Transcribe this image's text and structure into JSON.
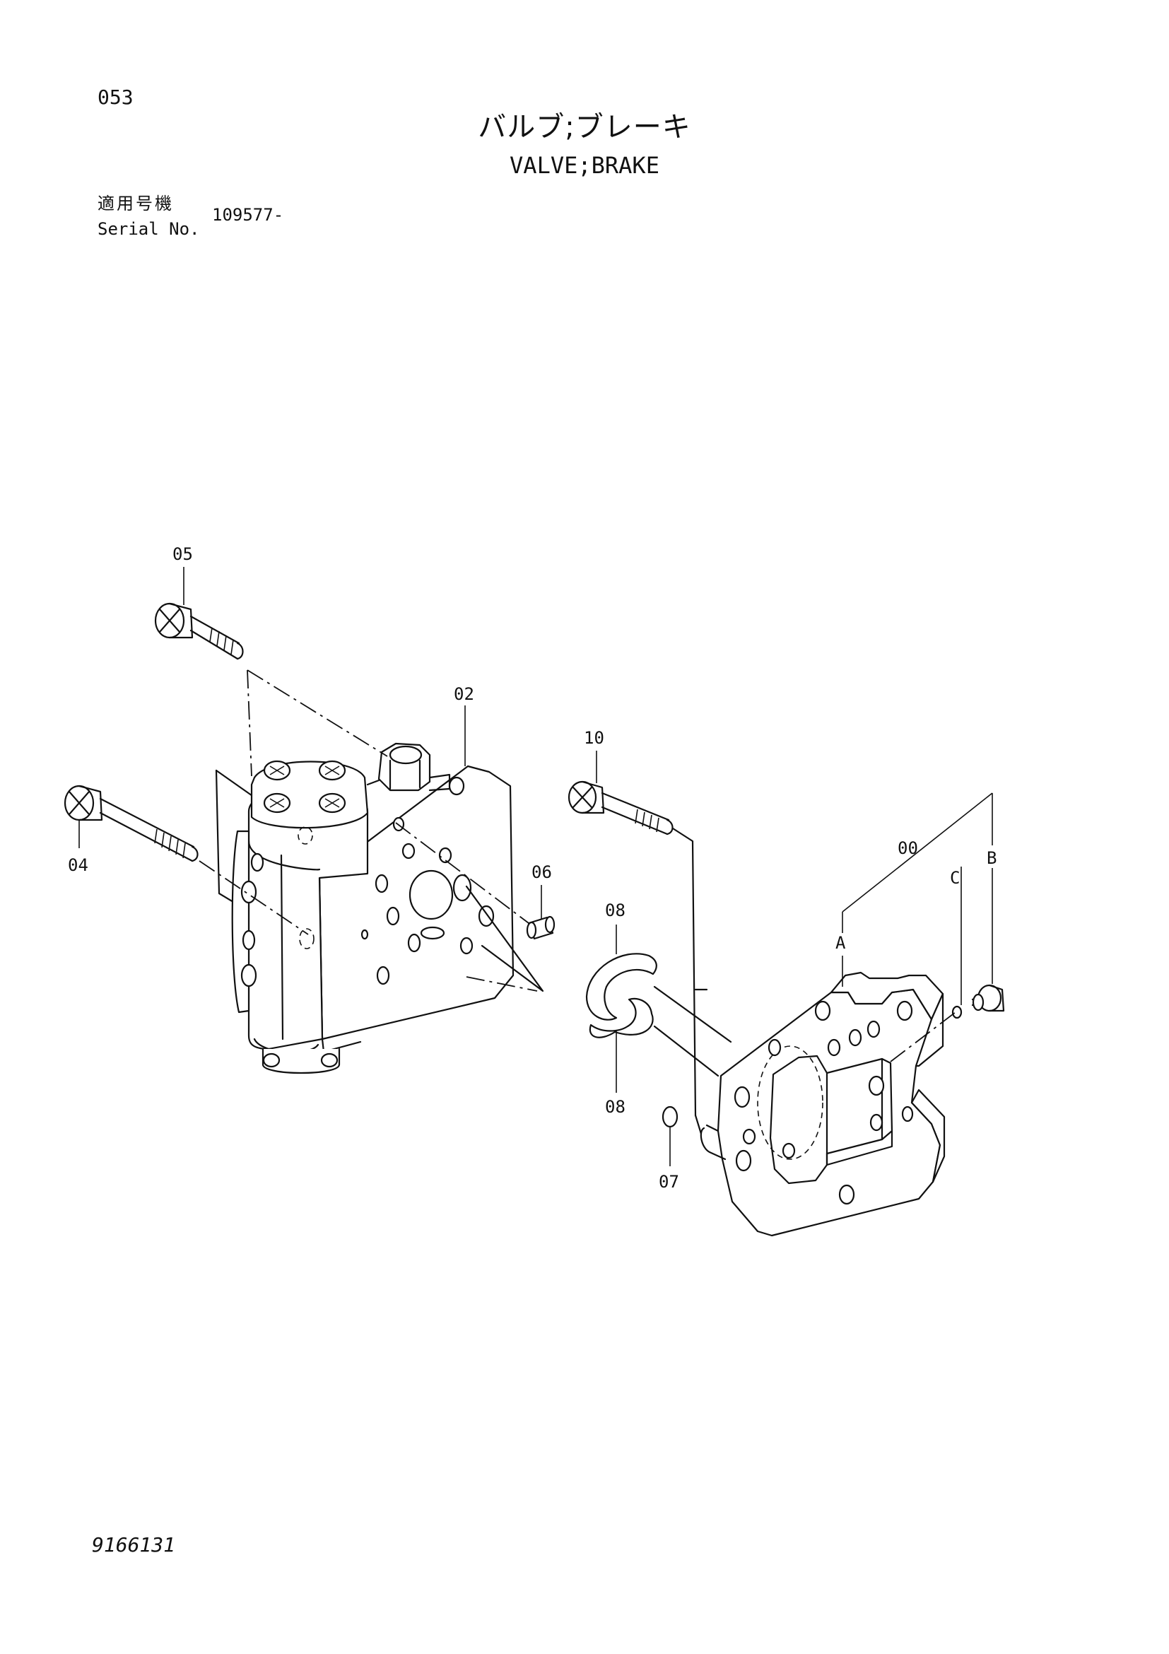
{
  "header": {
    "page_number": "053",
    "title_ja": "バルブ;ブレーキ",
    "title_en": "VALVE;BRAKE",
    "serial_label_ja": "適用号機",
    "serial_label_en": "Serial No.",
    "serial_value": "109577-"
  },
  "callouts": {
    "c00": "00",
    "c02": "02",
    "c04": "04",
    "c05": "05",
    "c06": "06",
    "c07": "07",
    "c08_top": "08",
    "c08_bottom": "08",
    "c10": "10",
    "cA": "A",
    "cB": "B",
    "cC": "C"
  },
  "footer": {
    "doc_number": "9166131"
  }
}
